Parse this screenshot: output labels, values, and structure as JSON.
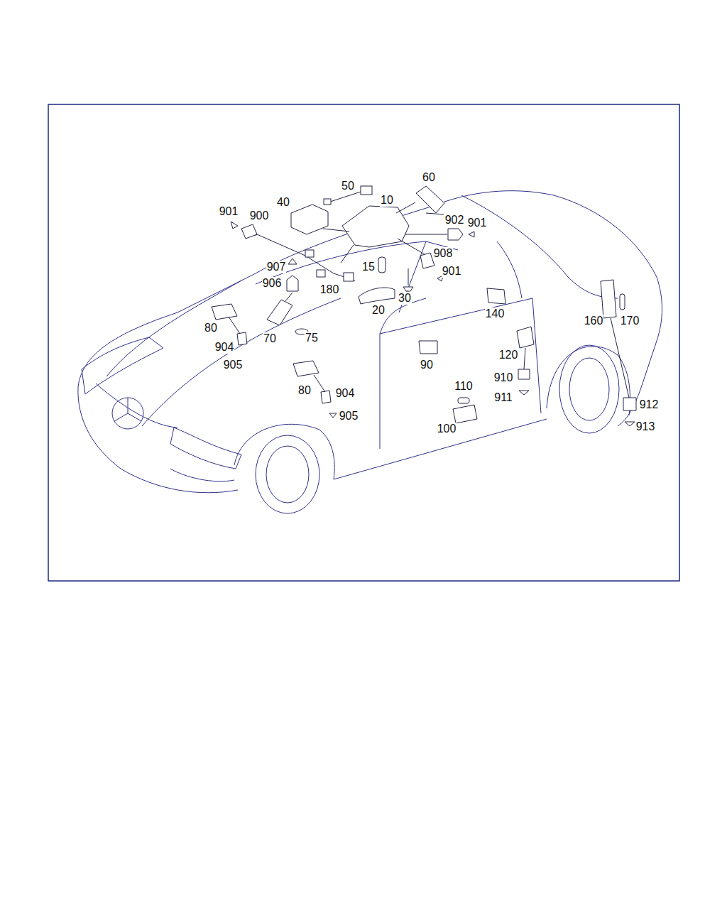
{
  "diagram": {
    "labels": [
      "50",
      "60",
      "40",
      "10",
      "901",
      "900",
      "902",
      "901",
      "908",
      "907",
      "15",
      "901",
      "906",
      "180",
      "30",
      "20",
      "140",
      "160",
      "170",
      "80",
      "70",
      "75",
      "904",
      "905",
      "90",
      "120",
      "80",
      "904",
      "910",
      "110",
      "905",
      "911",
      "912",
      "100",
      "913"
    ]
  }
}
